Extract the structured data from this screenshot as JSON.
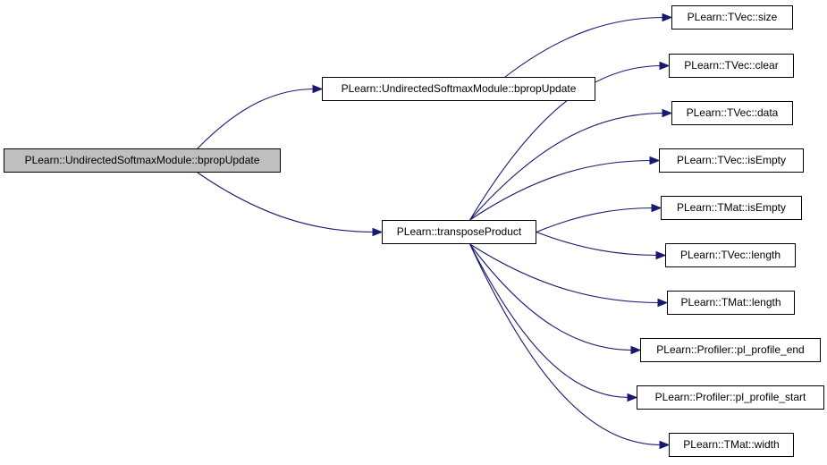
{
  "graph": {
    "root": "PLearn::UndirectedSoftmaxModule::bpropUpdate",
    "colors": {
      "edge": "#191970",
      "node_border": "#000000",
      "root_fill": "#bfbfbf",
      "node_fill": "#ffffff"
    },
    "nodes": [
      {
        "id": "root",
        "label": "PLearn::UndirectedSoftmaxModule::bpropUpdate"
      },
      {
        "id": "bprop2",
        "label": "PLearn::UndirectedSoftmaxModule::bpropUpdate"
      },
      {
        "id": "transposeProduct",
        "label": "PLearn::transposeProduct"
      },
      {
        "id": "tvec_size",
        "label": "PLearn::TVec::size"
      },
      {
        "id": "tvec_clear",
        "label": "PLearn::TVec::clear"
      },
      {
        "id": "tvec_data",
        "label": "PLearn::TVec::data"
      },
      {
        "id": "tvec_isEmpty",
        "label": "PLearn::TVec::isEmpty"
      },
      {
        "id": "tmat_isEmpty",
        "label": "PLearn::TMat::isEmpty"
      },
      {
        "id": "tvec_length",
        "label": "PLearn::TVec::length"
      },
      {
        "id": "tmat_length",
        "label": "PLearn::TMat::length"
      },
      {
        "id": "profile_end",
        "label": "PLearn::Profiler::pl_profile_end"
      },
      {
        "id": "profile_start",
        "label": "PLearn::Profiler::pl_profile_start"
      },
      {
        "id": "tmat_width",
        "label": "PLearn::TMat::width"
      }
    ],
    "edges": [
      {
        "from": "root",
        "to": "bprop2"
      },
      {
        "from": "root",
        "to": "transposeProduct"
      },
      {
        "from": "bprop2",
        "to": "tvec_size"
      },
      {
        "from": "transposeProduct",
        "to": "tvec_clear"
      },
      {
        "from": "transposeProduct",
        "to": "tvec_data"
      },
      {
        "from": "transposeProduct",
        "to": "tvec_isEmpty"
      },
      {
        "from": "transposeProduct",
        "to": "tmat_isEmpty"
      },
      {
        "from": "transposeProduct",
        "to": "tvec_length"
      },
      {
        "from": "transposeProduct",
        "to": "tmat_length"
      },
      {
        "from": "transposeProduct",
        "to": "profile_end"
      },
      {
        "from": "transposeProduct",
        "to": "profile_start"
      },
      {
        "from": "transposeProduct",
        "to": "tmat_width"
      }
    ]
  }
}
